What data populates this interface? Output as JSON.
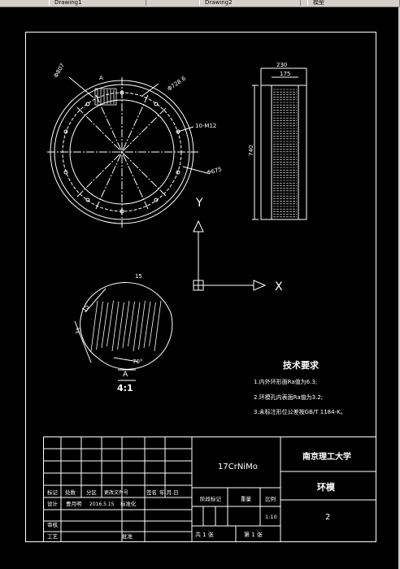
{
  "window": {
    "tabs": [
      "Drawing1",
      "Drawing2",
      "模型"
    ]
  },
  "drawing": {
    "labels": {
      "section_a_top": "A",
      "dim_outer_dia": "Φ807",
      "dim_pitch_dia": "Φ728.6",
      "dim_holes": "10-M12",
      "dim_inner_dia": "Φ675",
      "dim_width_outer": "230",
      "dim_width_inner": "175",
      "dim_height": "740",
      "detail_dim_1": "15",
      "detail_dim_2": "35",
      "detail_dim_3": "15",
      "detail_dim_4": "70°",
      "section_a": "A",
      "detail_scale": "4:1",
      "axis_y": "Y",
      "axis_x": "X"
    },
    "tech_requirements": {
      "title": "技术要求",
      "items": [
        "1.内外环形面Ra值为6.3;",
        "2.环模孔内表面Ra值为3.2;",
        "3.未标注形位公差按GB/T 1184-K。"
      ]
    }
  },
  "title_block": {
    "material": "17CrNiMo",
    "school": "南京理工大学",
    "part_name": "环模",
    "drawing_no": "2",
    "scale": "1:10",
    "header_row": [
      "标记",
      "处数",
      "分区",
      "更改文件号",
      "签名",
      "年.月.日"
    ],
    "design_row": {
      "role": "设计",
      "name": "曹月明",
      "date": "2016.5.15",
      "std_label": "标准化"
    },
    "review_label": "审核",
    "process_label": "工艺",
    "approve_label": "批准",
    "stage_label": "阶段标记",
    "weight_label": "重量",
    "scale_label": "比例",
    "sheets_total": "共 1 张",
    "sheet_no": "第 1 张"
  }
}
